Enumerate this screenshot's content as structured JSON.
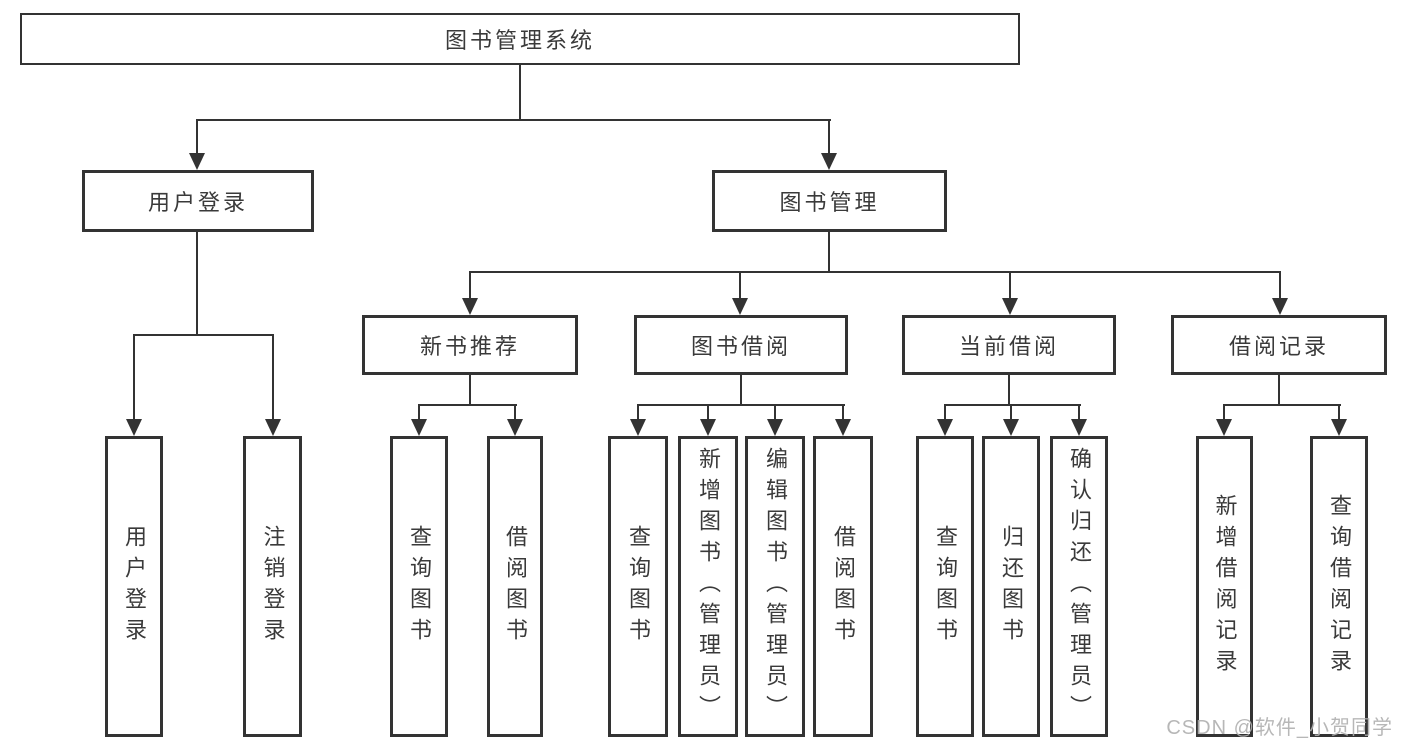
{
  "diagram": {
    "root": {
      "label": "图书管理系统"
    },
    "branches": [
      {
        "label": "用户登录",
        "children": [
          {
            "label": "用户登录"
          },
          {
            "label": "注销登录"
          }
        ]
      },
      {
        "label": "图书管理",
        "children": [
          {
            "label": "新书推荐",
            "children": [
              {
                "label": "查询图书"
              },
              {
                "label": "借阅图书"
              }
            ]
          },
          {
            "label": "图书借阅",
            "children": [
              {
                "label": "查询图书"
              },
              {
                "label": "新增图书（管理员）"
              },
              {
                "label": "编辑图书（管理员）"
              },
              {
                "label": "借阅图书"
              }
            ]
          },
          {
            "label": "当前借阅",
            "children": [
              {
                "label": "查询图书"
              },
              {
                "label": "归还图书"
              },
              {
                "label": "确认归还（管理员）"
              }
            ]
          },
          {
            "label": "借阅记录",
            "children": [
              {
                "label": "新增借阅记录"
              },
              {
                "label": "查询借阅记录"
              }
            ]
          }
        ]
      }
    ]
  },
  "watermark": "CSDN @软件_小贺同学",
  "colors": {
    "line": "#333333",
    "text": "#3a3a3a",
    "watermark": "#b0b0b0",
    "background": "#ffffff"
  }
}
